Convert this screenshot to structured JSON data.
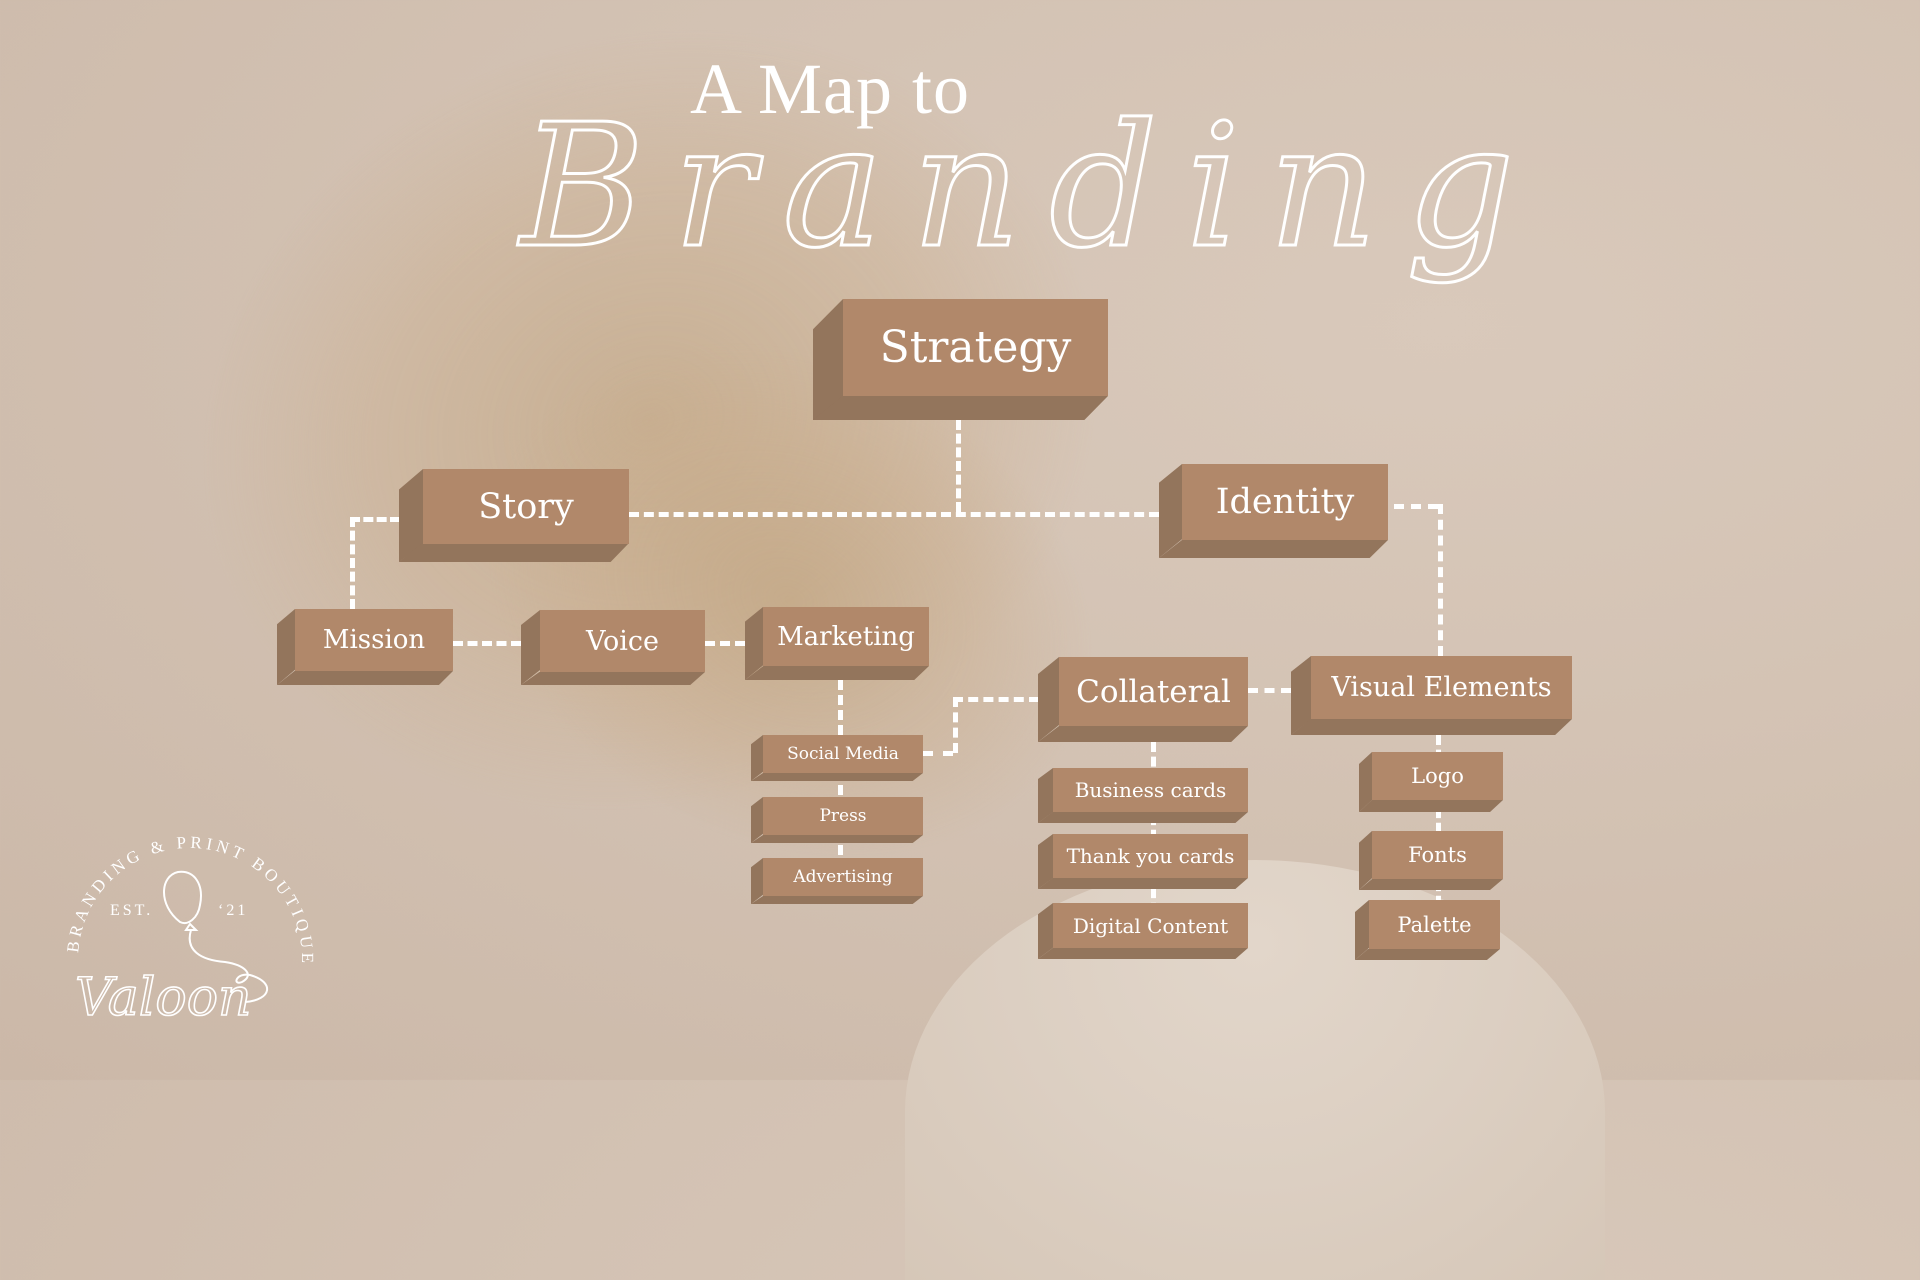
{
  "title": {
    "line1": "A Map to",
    "line2": "Branding"
  },
  "colors": {
    "background": "#d3c2b3",
    "box_front": "#b1886a",
    "box_shadow": "#93755c",
    "text": "#ffffff",
    "connector": "#ffffff"
  },
  "nodes": {
    "strategy": "Strategy",
    "story": "Story",
    "identity": "Identity",
    "mission": "Mission",
    "voice": "Voice",
    "marketing": "Marketing",
    "social_media": "Social Media",
    "press": "Press",
    "advertising": "Advertising",
    "collateral": "Collateral",
    "business_cards": "Business cards",
    "thank_you_cards": "Thank you cards",
    "digital_content": "Digital Content",
    "visual_elements": "Visual Elements",
    "logo": "Logo",
    "fonts": "Fonts",
    "palette": "Palette"
  },
  "brand_logo": {
    "arc_text": "BRANDING & PRINT BOUTIQUE",
    "est_left": "EST.",
    "est_right": "‘21",
    "name": "Valoon",
    "icon": "balloon-icon"
  }
}
